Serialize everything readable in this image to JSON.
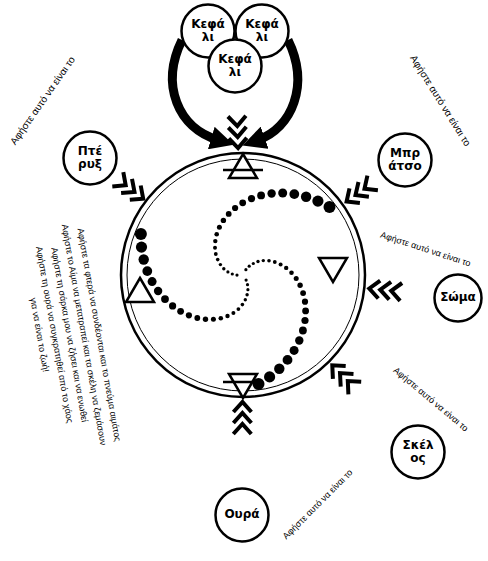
{
  "diagram": {
    "nodes": [
      {
        "text": [
          "Κεφά λι"
        ]
      },
      {
        "text": [
          "Κεφά λι"
        ]
      },
      {
        "text": [
          "Κεφά λι"
        ]
      },
      {
        "text": [
          "Πτέ ρυξ"
        ]
      },
      {
        "text": [
          "Μπρ άτσο"
        ]
      },
      {
        "text": [
          "Σώμα"
        ]
      },
      {
        "text": [
          "Σκέλ ος"
        ]
      },
      {
        "text": [
          "Ουρά"
        ]
      }
    ],
    "labels": [
      "Αφήστε αυτό να είναι το",
      "Αφήστε αυτό να είναι το",
      "Αφήστε αυτό να είναι το",
      "Αφήστε αυτό να είναι το",
      "Αφήστε αυτό να είναι το",
      "Αφήστε τα φτερά να συνδέονται και το πνεύμα αιμάτος",
      "Αφήστε το Αίμα να μετατραπεί και τα σκέλη να ζεμάσουν",
      "Αφήστε τη σάρκα μου να ζήσει και να ενωθεί",
      "Αφήστε τη ουρά να συγκρατηθεί από το χάος",
      "για να είναι το ζωή!"
    ]
  }
}
